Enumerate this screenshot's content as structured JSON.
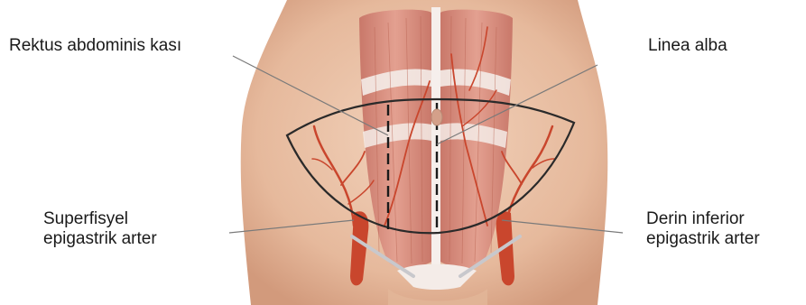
{
  "labels": {
    "rektus": "Rektus abdominis kası",
    "linea_alba": "Linea alba",
    "superfisyel": [
      "Superfisyel",
      "epigastrik arter"
    ],
    "derin": [
      "Derin inferior",
      "epigastrik arter"
    ]
  },
  "colors": {
    "skin": "#e9c2a6",
    "skin_shadow": "#d7a386",
    "muscle": "#d98a7a",
    "muscle_dark": "#c46a5c",
    "tendon": "#f4ece8",
    "artery": "#c9462d",
    "outline": "#2a2a2a",
    "pointer": "#7a7a7a"
  }
}
